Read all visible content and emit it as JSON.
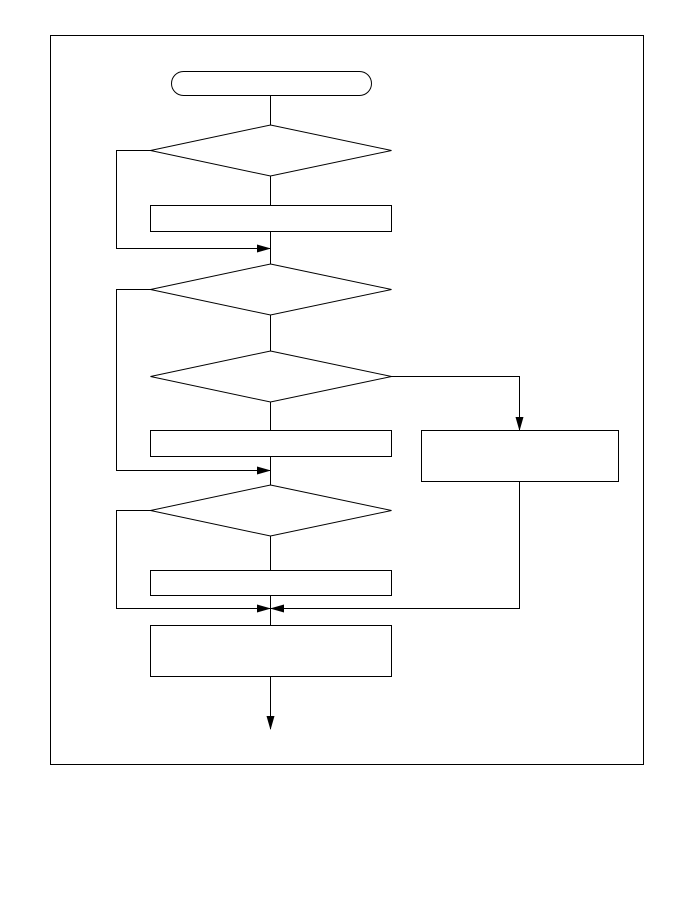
{
  "diagram": {
    "type": "flowchart",
    "stroke_color": "#000000",
    "background_color": "#ffffff",
    "nodes": [
      {
        "id": "start",
        "kind": "terminator",
        "label": ""
      },
      {
        "id": "decision-1",
        "kind": "decision",
        "label": ""
      },
      {
        "id": "process-1",
        "kind": "process",
        "label": ""
      },
      {
        "id": "decision-2",
        "kind": "decision",
        "label": ""
      },
      {
        "id": "decision-3",
        "kind": "decision",
        "label": ""
      },
      {
        "id": "process-2",
        "kind": "process",
        "label": ""
      },
      {
        "id": "process-side",
        "kind": "process",
        "label": ""
      },
      {
        "id": "decision-4",
        "kind": "decision",
        "label": ""
      },
      {
        "id": "process-3",
        "kind": "process",
        "label": ""
      },
      {
        "id": "process-final",
        "kind": "process",
        "label": ""
      }
    ],
    "edges": [
      {
        "from": "start",
        "to": "decision-1"
      },
      {
        "from": "decision-1",
        "to": "process-1"
      },
      {
        "from": "decision-1",
        "to": "merge-1",
        "route": "left-bypass"
      },
      {
        "from": "process-1",
        "to": "merge-1"
      },
      {
        "from": "merge-1",
        "to": "decision-2"
      },
      {
        "from": "decision-2",
        "to": "decision-3"
      },
      {
        "from": "decision-2",
        "to": "merge-2",
        "route": "left-bypass"
      },
      {
        "from": "decision-3",
        "to": "process-2"
      },
      {
        "from": "decision-3",
        "to": "process-side",
        "route": "right-branch"
      },
      {
        "from": "process-2",
        "to": "merge-2"
      },
      {
        "from": "merge-2",
        "to": "decision-4"
      },
      {
        "from": "decision-4",
        "to": "process-3"
      },
      {
        "from": "decision-4",
        "to": "merge-3",
        "route": "left-bypass"
      },
      {
        "from": "process-3",
        "to": "merge-3"
      },
      {
        "from": "process-side",
        "to": "merge-3",
        "route": "right-return"
      },
      {
        "from": "merge-3",
        "to": "process-final"
      },
      {
        "from": "process-final",
        "to": "exit"
      }
    ]
  }
}
